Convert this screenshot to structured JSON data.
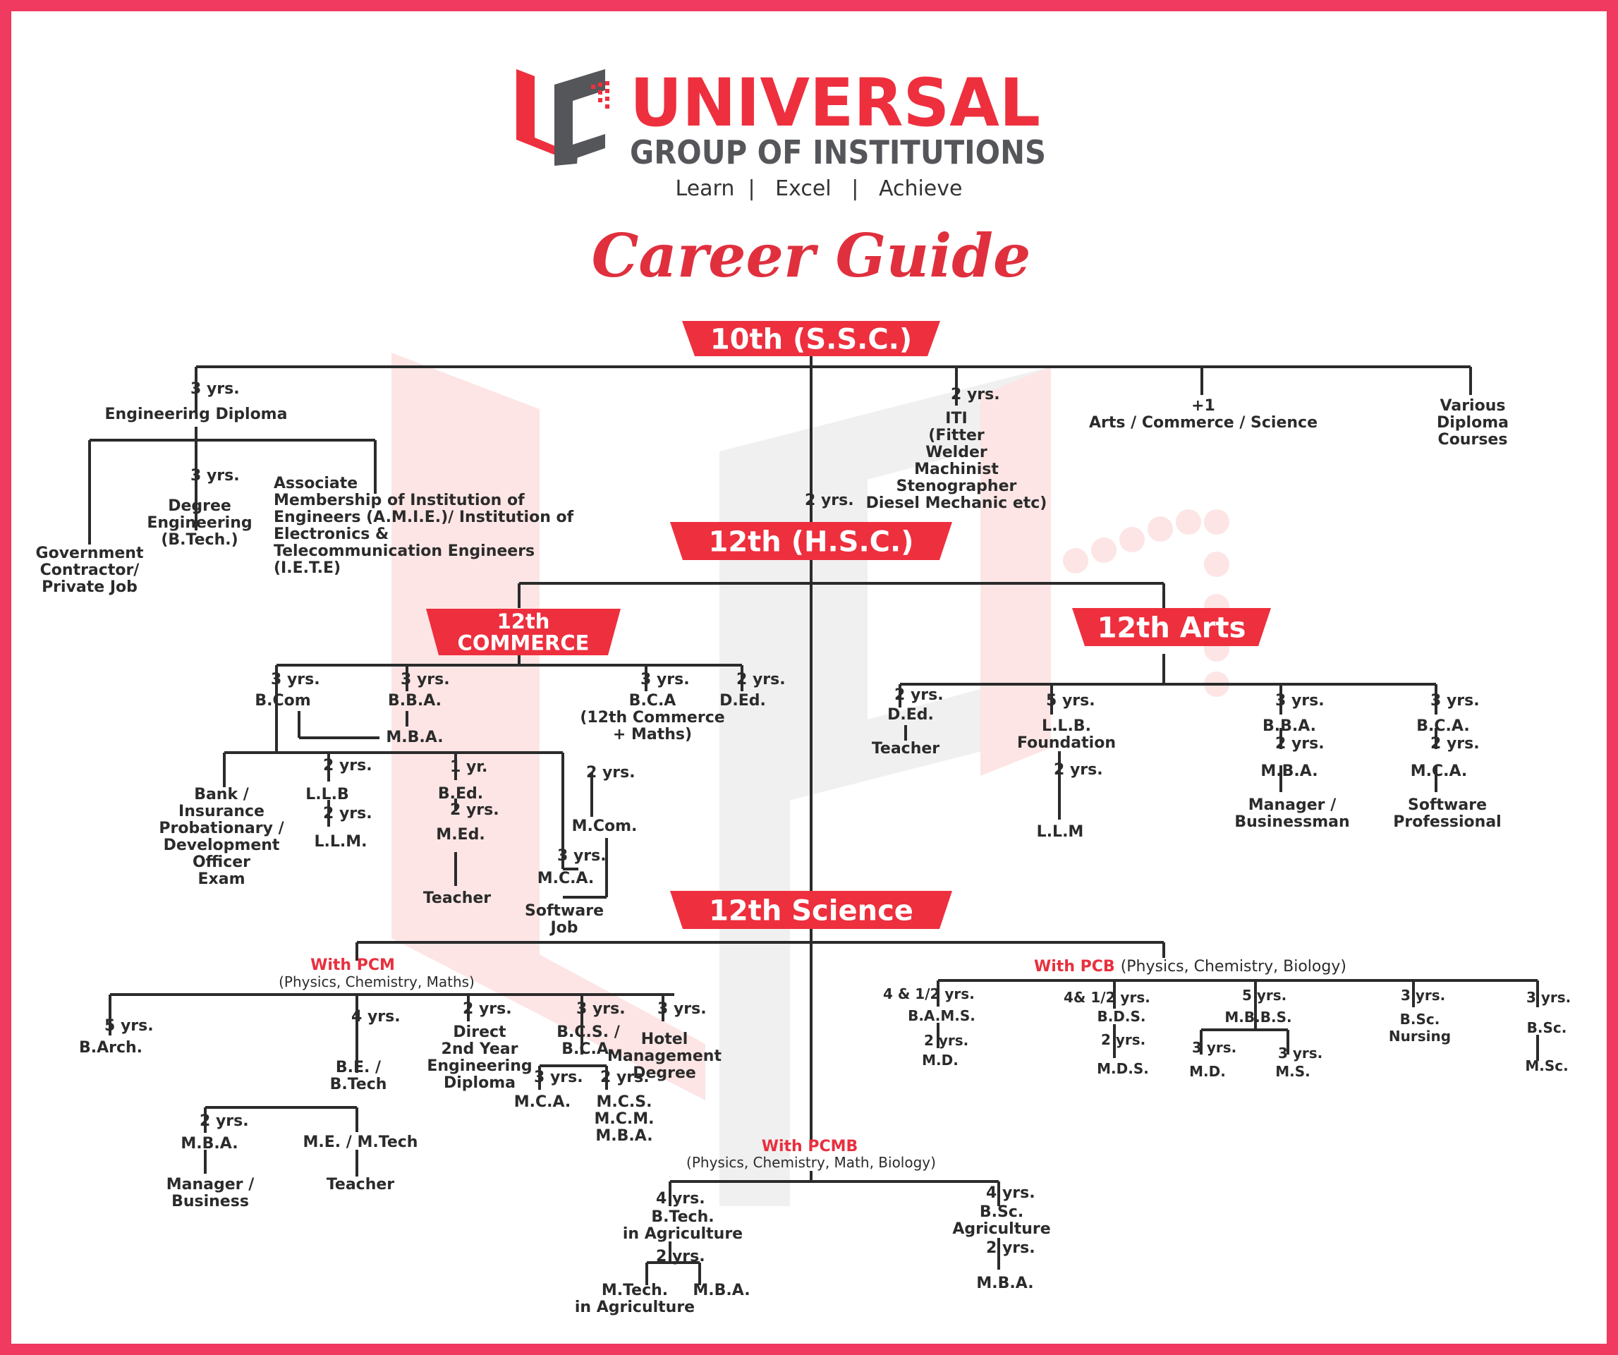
{
  "colors": {
    "border": "#f03a5f",
    "accent": "#ee2f3e",
    "line": "#2b2b2b",
    "text": "#2b2b2b",
    "brand_gray": "#55565a",
    "watermark_red": "#fde5e5",
    "watermark_gray": "#efefef"
  },
  "brand": {
    "logo_icon": "universal-ug-logo-icon",
    "name": "UNIVERSAL",
    "subtitle": "GROUP OF INSTITUTIONS",
    "tagline": "Learn  |   Excel   |   Achieve"
  },
  "title": "Career Guide",
  "nodes": [
    {
      "id": "ssc",
      "type": "header",
      "label": "10th (S.S.C.)"
    },
    {
      "id": "hsc",
      "type": "header",
      "label": "12th (H.S.C.)"
    },
    {
      "id": "commerce",
      "type": "header",
      "label": "12th\nCOMMERCE"
    },
    {
      "id": "arts",
      "type": "header",
      "label": "12th Arts"
    },
    {
      "id": "science",
      "type": "header",
      "label": "12th Science"
    },
    {
      "id": "dur_ed",
      "type": "dur",
      "label": "3 yrs."
    },
    {
      "id": "ed",
      "type": "label",
      "label": "Engineering Diploma"
    },
    {
      "id": "dur_degree",
      "type": "dur",
      "label": "3 yrs."
    },
    {
      "id": "degree",
      "type": "label",
      "label": "Degree\nEngineering\n(B.Tech.)"
    },
    {
      "id": "amie",
      "type": "label",
      "label": "Associate\nMembership of Institution of\nEngineers (A.M.I.E.)/ Institution of\nElectronics &\nTelecommunication Engineers\n(I.E.T.E)"
    },
    {
      "id": "gov",
      "type": "label",
      "label": "Government\nContractor/\nPrivate Job"
    },
    {
      "id": "dur_iti",
      "type": "dur",
      "label": "2 yrs."
    },
    {
      "id": "iti",
      "type": "label",
      "label": "ITI\n(Fitter\nWelder\nMachinist\nStenographer\nDiesel Mechanic etc)"
    },
    {
      "id": "plus1",
      "type": "label",
      "label": "+1\nArts / Commerce / Science"
    },
    {
      "id": "various",
      "type": "label",
      "label": "Various\nDiploma\nCourses"
    },
    {
      "id": "dur_hsc",
      "type": "dur",
      "label": "2 yrs."
    },
    {
      "id": "dur_bcom",
      "type": "dur",
      "label": "3 yrs."
    },
    {
      "id": "bcom",
      "type": "label",
      "label": "B.Com"
    },
    {
      "id": "dur_bba_c",
      "type": "dur",
      "label": "3 yrs."
    },
    {
      "id": "bba_c",
      "type": "label",
      "label": "B.B.A."
    },
    {
      "id": "mba_c",
      "type": "label",
      "label": "M.B.A."
    },
    {
      "id": "dur_bca_c",
      "type": "dur",
      "label": "3 yrs."
    },
    {
      "id": "bca_c",
      "type": "label",
      "label": "B.C.A\n(12th Commerce\n+ Maths)"
    },
    {
      "id": "dur_ded_c",
      "type": "dur",
      "label": "2 yrs."
    },
    {
      "id": "ded_c",
      "type": "label",
      "label": "D.Ed."
    },
    {
      "id": "bank",
      "type": "label",
      "label": "Bank /\nInsurance\nProbationary /\nDevelopment\nOfficer\nExam"
    },
    {
      "id": "dur_llb",
      "type": "dur",
      "label": "2 yrs."
    },
    {
      "id": "llb",
      "type": "label",
      "label": "L.L.B"
    },
    {
      "id": "dur_llm",
      "type": "dur",
      "label": "2 yrs."
    },
    {
      "id": "llm",
      "type": "label",
      "label": "L.L.M."
    },
    {
      "id": "dur_bed",
      "type": "dur",
      "label": "1 yr."
    },
    {
      "id": "bed",
      "type": "label",
      "label": "B.Ed."
    },
    {
      "id": "dur_med",
      "type": "dur",
      "label": "2 yrs."
    },
    {
      "id": "med",
      "type": "label",
      "label": "M.Ed."
    },
    {
      "id": "teacher_c",
      "type": "label",
      "label": "Teacher"
    },
    {
      "id": "dur_mcom",
      "type": "dur",
      "label": "2 yrs."
    },
    {
      "id": "mcom",
      "type": "label",
      "label": "M.Com."
    },
    {
      "id": "dur_mca_c",
      "type": "dur",
      "label": "3 yrs."
    },
    {
      "id": "mca_c",
      "type": "label",
      "label": "M.C.A."
    },
    {
      "id": "swjob",
      "type": "label",
      "label": "Software\nJob"
    },
    {
      "id": "dur_ded_a",
      "type": "dur",
      "label": "2 yrs."
    },
    {
      "id": "ded_a",
      "type": "label",
      "label": "D.Ed."
    },
    {
      "id": "teacher_a",
      "type": "label",
      "label": "Teacher"
    },
    {
      "id": "dur_llbf",
      "type": "dur",
      "label": "5 yrs."
    },
    {
      "id": "llbf",
      "type": "label",
      "label": "L.L.B.\nFoundation"
    },
    {
      "id": "dur_llm_a",
      "type": "dur",
      "label": "2 yrs."
    },
    {
      "id": "llm_a",
      "type": "label",
      "label": "L.L.M"
    },
    {
      "id": "dur_bba_a",
      "type": "dur",
      "label": "3 yrs."
    },
    {
      "id": "bba_a",
      "type": "label",
      "label": "B.B.A."
    },
    {
      "id": "dur_mba_a",
      "type": "dur",
      "label": "2 yrs."
    },
    {
      "id": "mba_a",
      "type": "label",
      "label": "M.B.A."
    },
    {
      "id": "mgr_a",
      "type": "label",
      "label": "Manager /\nBusinessman"
    },
    {
      "id": "dur_bca_a",
      "type": "dur",
      "label": "3 yrs."
    },
    {
      "id": "bca_a",
      "type": "label",
      "label": "B.C.A."
    },
    {
      "id": "dur_mca_a",
      "type": "dur",
      "label": "2 yrs."
    },
    {
      "id": "mca_a",
      "type": "label",
      "label": "M.C.A."
    },
    {
      "id": "swprof",
      "type": "label",
      "label": "Software\nProfessional"
    },
    {
      "id": "pcm",
      "type": "group",
      "label": "With PCM",
      "sub": "(Physics, Chemistry, Maths)"
    },
    {
      "id": "pcb",
      "type": "group",
      "label": "With PCB",
      "sub": "(Physics, Chemistry, Biology)"
    },
    {
      "id": "pcmb",
      "type": "group",
      "label": "With PCMB",
      "sub": "(Physics, Chemistry, Math, Biology)"
    },
    {
      "id": "dur_barch",
      "type": "dur",
      "label": "5 yrs."
    },
    {
      "id": "barch",
      "type": "label",
      "label": "B.Arch."
    },
    {
      "id": "dur_be",
      "type": "dur",
      "label": "4 yrs."
    },
    {
      "id": "be",
      "type": "label",
      "label": "B.E. /\nB.Tech"
    },
    {
      "id": "dur_mba_s",
      "type": "dur",
      "label": "2 yrs."
    },
    {
      "id": "mba_s",
      "type": "label",
      "label": "M.B.A."
    },
    {
      "id": "mgr_s",
      "type": "label",
      "label": "Manager /\nBusiness"
    },
    {
      "id": "me",
      "type": "label",
      "label": "M.E. / M.Tech"
    },
    {
      "id": "teacher_s",
      "type": "label",
      "label": "Teacher"
    },
    {
      "id": "dur_direct",
      "type": "dur",
      "label": "2 yrs."
    },
    {
      "id": "direct",
      "type": "label",
      "label": "Direct\n2nd Year\nEngineering\nDiploma"
    },
    {
      "id": "dur_bcs",
      "type": "dur",
      "label": "3 yrs."
    },
    {
      "id": "bcs",
      "type": "label",
      "label": "B.C.S. /\nB.C.A."
    },
    {
      "id": "dur_mca_s",
      "type": "dur",
      "label": "3 yrs."
    },
    {
      "id": "mca_s",
      "type": "label",
      "label": "M.C.A."
    },
    {
      "id": "dur_mcs",
      "type": "dur",
      "label": "2 yrs."
    },
    {
      "id": "mcs",
      "type": "label",
      "label": "M.C.S.\nM.C.M.\nM.B.A."
    },
    {
      "id": "dur_hotel",
      "type": "dur",
      "label": "3 yrs."
    },
    {
      "id": "hotel",
      "type": "label",
      "label": "Hotel\nManagement\nDegree"
    },
    {
      "id": "dur_bams",
      "type": "dur",
      "label": "4 & 1/2 yrs."
    },
    {
      "id": "bams",
      "type": "label",
      "label": "B.A.M.S."
    },
    {
      "id": "dur_md1",
      "type": "dur",
      "label": "2 yrs."
    },
    {
      "id": "md1",
      "type": "label",
      "label": "M.D."
    },
    {
      "id": "dur_bds",
      "type": "dur",
      "label": "4& 1/2 yrs."
    },
    {
      "id": "bds",
      "type": "label",
      "label": "B.D.S."
    },
    {
      "id": "dur_mds",
      "type": "dur",
      "label": "2 yrs."
    },
    {
      "id": "mds",
      "type": "label",
      "label": "M.D.S."
    },
    {
      "id": "dur_mbbs",
      "type": "dur",
      "label": "5 yrs."
    },
    {
      "id": "mbbs",
      "type": "label",
      "label": "M.B.B.S."
    },
    {
      "id": "dur_md2",
      "type": "dur",
      "label": "3 yrs."
    },
    {
      "id": "md2",
      "type": "label",
      "label": "M.D."
    },
    {
      "id": "dur_ms",
      "type": "dur",
      "label": "3 yrs."
    },
    {
      "id": "ms",
      "type": "label",
      "label": "M.S."
    },
    {
      "id": "dur_bscn",
      "type": "dur",
      "label": "3 yrs."
    },
    {
      "id": "bscn",
      "type": "label",
      "label": "B.Sc.\nNursing"
    },
    {
      "id": "dur_bsc",
      "type": "dur",
      "label": "3 yrs."
    },
    {
      "id": "bsc",
      "type": "label",
      "label": "B.Sc."
    },
    {
      "id": "msc",
      "type": "label",
      "label": "M.Sc."
    },
    {
      "id": "dur_btagri",
      "type": "dur",
      "label": "4 yrs."
    },
    {
      "id": "btagri",
      "type": "label",
      "label": "B.Tech.\nin Agriculture"
    },
    {
      "id": "dur_mtagri",
      "type": "dur",
      "label": "2 yrs."
    },
    {
      "id": "mtagri",
      "type": "label",
      "label": "M.Tech.\nin Agriculture"
    },
    {
      "id": "mba_agri",
      "type": "label",
      "label": "M.B.A."
    },
    {
      "id": "dur_bscagri",
      "type": "dur",
      "label": "4 yrs."
    },
    {
      "id": "bscagri",
      "type": "label",
      "label": "B.Sc.\nAgriculture"
    },
    {
      "id": "dur_mba_bsc",
      "type": "dur",
      "label": "2 yrs."
    },
    {
      "id": "mba_bsc",
      "type": "label",
      "label": "M.B.A."
    }
  ]
}
